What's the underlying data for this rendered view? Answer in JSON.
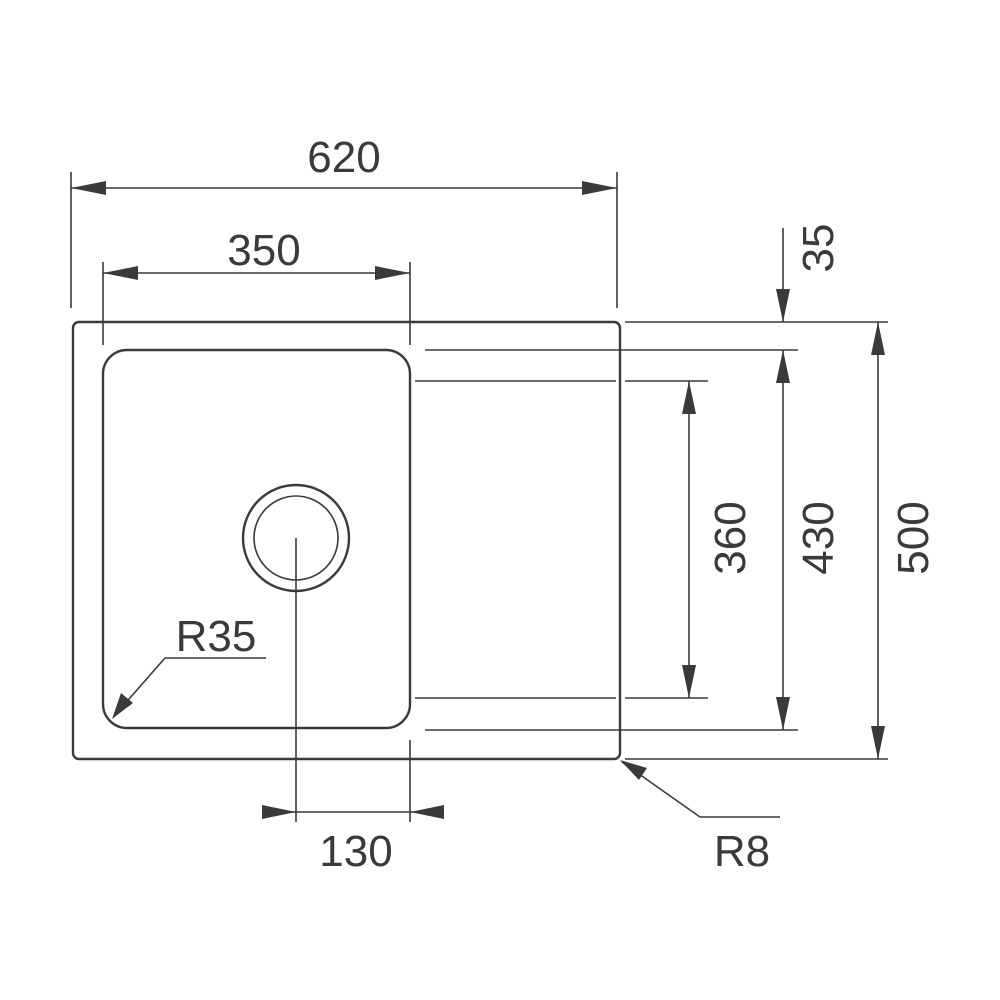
{
  "dimensions": {
    "overall_width": "620",
    "bowl_width": "350",
    "rim_offset": "35",
    "bowl_depth": "360",
    "inner_depth": "430",
    "overall_depth": "500",
    "drain_offset": "130",
    "bowl_radius": "R35",
    "corner_radius": "R8"
  },
  "colors": {
    "line": "#3a3a3a",
    "background": "#ffffff"
  }
}
